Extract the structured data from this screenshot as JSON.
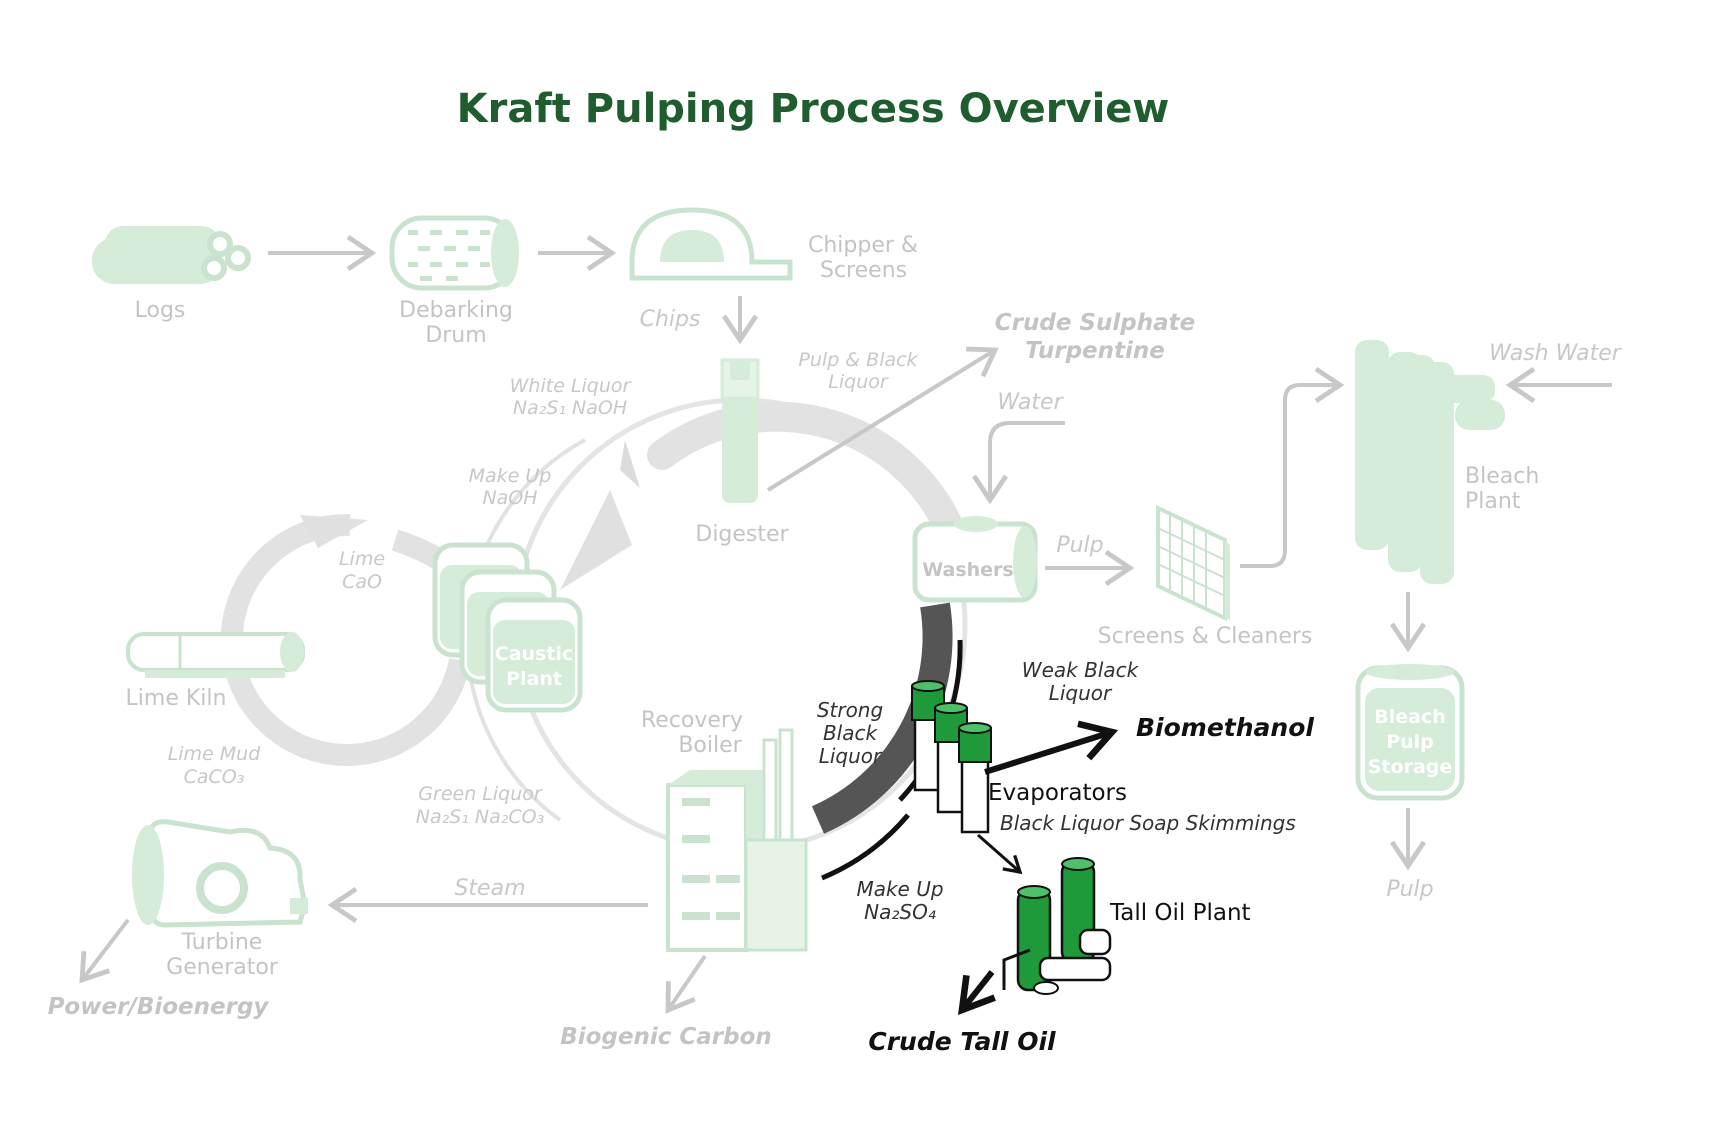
{
  "title": "Kraft Pulping Process Overview",
  "labels": {
    "logs": "Logs",
    "debarking_1": "Debarking",
    "debarking_2": "Drum",
    "chipper_1": "Chipper &",
    "chipper_2": "Screens",
    "chips": "Chips",
    "turpentine_1": "Crude Sulphate",
    "turpentine_2": "Turpentine",
    "pulp_black_1": "Pulp & Black",
    "pulp_black_2": "Liquor",
    "white_liquor_1": "White Liquor",
    "white_liquor_2": "Na₂S₁ NaOH",
    "water": "Water",
    "wash_water": "Wash Water",
    "bleach_plant_1": "Bleach",
    "bleach_plant_2": "Plant",
    "makeup_naoh_1": "Make Up",
    "makeup_naoh_2": "NaOH",
    "digester": "Digester",
    "washers": "Washers",
    "pulp_1": "Pulp",
    "lime_1": "Lime",
    "lime_2": "CaO",
    "caustic_1": "Caustic",
    "caustic_2": "Plant",
    "screens_cleaners": "Screens & Cleaners",
    "lime_kiln": "Lime Kiln",
    "weak_black_1": "Weak Black",
    "weak_black_2": "Liquor",
    "recovery_1": "Recovery",
    "recovery_2": "Boiler",
    "strong_black_1": "Strong",
    "strong_black_2": "Black",
    "strong_black_3": "Liquor",
    "biomethanol": "Biomethanol",
    "bleach_storage_1": "Bleach",
    "bleach_storage_2": "Pulp",
    "bleach_storage_3": "Storage",
    "lime_mud_1": "Lime Mud",
    "lime_mud_2": "CaCO₃",
    "green_liquor_1": "Green Liquor",
    "green_liquor_2": "Na₂S₁ Na₂CO₃",
    "evaporators": "Evaporators",
    "soap_skimmings": "Black Liquor Soap Skimmings",
    "steam": "Steam",
    "makeup_na2so4_1": "Make Up",
    "makeup_na2so4_2": "Na₂SO₄",
    "pulp_2": "Pulp",
    "turbine_1": "Turbine",
    "turbine_2": "Generator",
    "tall_oil_plant": "Tall Oil Plant",
    "power": "Power/Bioenergy",
    "biogenic_carbon": "Biogenic Carbon",
    "crude_tall_oil": "Crude Tall Oil"
  },
  "colors": {
    "title": "#1f5c2e",
    "accent_green": "#1e9a3a",
    "light_green": "#d5ecd9",
    "faint_text": "#c4c4c4",
    "dark_text": "#111111"
  }
}
